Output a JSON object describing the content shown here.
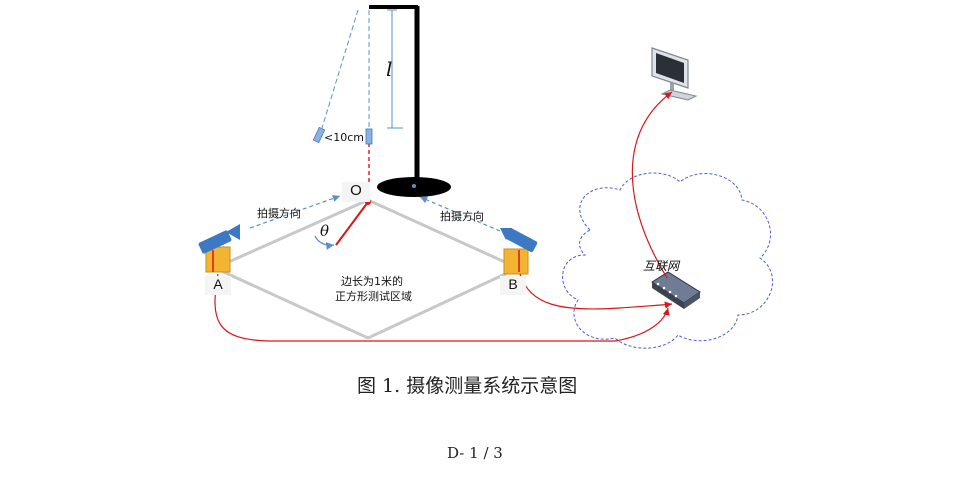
{
  "diagram": {
    "pendulum_length_label": "l",
    "offset_label": "<10cm",
    "origin_label": "O",
    "angle_label": "θ",
    "shoot_direction_left": "拍摄方向",
    "shoot_direction_right": "拍摄方向",
    "camera_a_label": "A",
    "camera_b_label": "B",
    "area_label_line1": "边长为1米的",
    "area_label_line2": "正方形测试区域",
    "network_label": "互联网"
  },
  "caption": "图 1.  摄像测量系统示意图",
  "page_number": "D-  1  /  3",
  "colors": {
    "frame": "#000000",
    "guide_blue": "#5b8fc9",
    "red_link": "#d81818",
    "square_edge": "#c8c8c8",
    "camera_body": "#f2b533",
    "camera_blue": "#3d78c4",
    "cloud_dash": "#4a5fd6"
  }
}
